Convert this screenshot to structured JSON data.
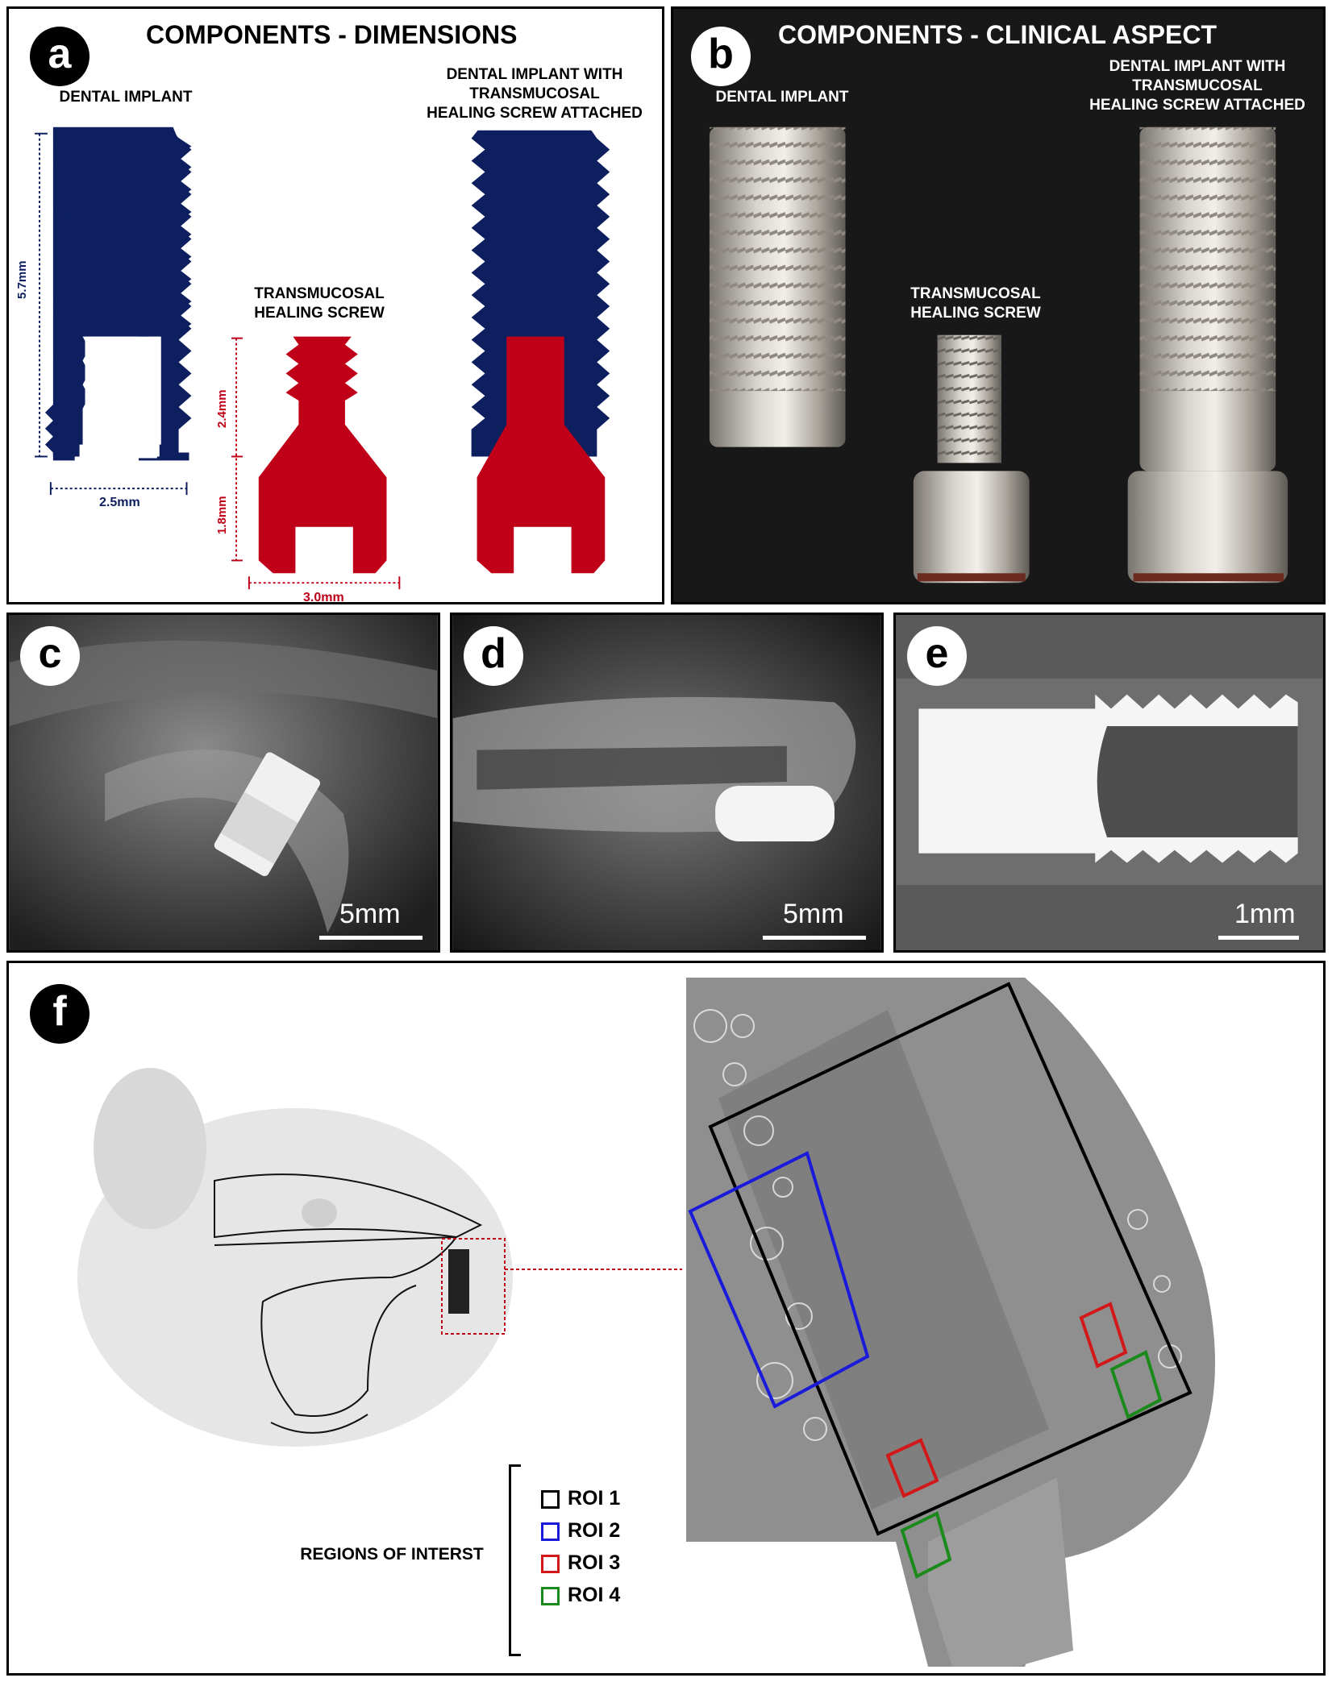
{
  "panels": {
    "a": {
      "letter": "a",
      "title": "COMPONENTS - DIMENSIONS",
      "labels": {
        "dental_implant": "DENTAL IMPLANT",
        "healing_screw_l1": "TRANSMUCOSAL",
        "healing_screw_l2": "HEALING SCREW",
        "combined_l1": "DENTAL IMPLANT WITH",
        "combined_l2": "TRANSMUCOSAL",
        "combined_l3": "HEALING SCREW ATTACHED"
      },
      "dimensions": {
        "implant_height": "5.7mm",
        "implant_width": "2.5mm",
        "screw_upper": "2.4mm",
        "screw_lower": "1.8mm",
        "screw_width": "3.0mm"
      },
      "colors": {
        "implant": "#0d1f5e",
        "screw": "#c00018"
      }
    },
    "b": {
      "letter": "b",
      "title": "COMPONENTS - CLINICAL ASPECT",
      "labels": {
        "dental_implant": "DENTAL IMPLANT",
        "healing_screw_l1": "TRANSMUCOSAL",
        "healing_screw_l2": "HEALING SCREW",
        "combined_l1": "DENTAL IMPLANT WITH",
        "combined_l2": "TRANSMUCOSAL",
        "combined_l3": "HEALING SCREW ATTACHED"
      }
    },
    "c": {
      "letter": "c",
      "scale": "5mm"
    },
    "d": {
      "letter": "d",
      "scale": "5mm"
    },
    "e": {
      "letter": "e",
      "scale": "1mm"
    },
    "f": {
      "letter": "f",
      "legend_title": "REGIONS OF INTERST",
      "rois": [
        {
          "label": "ROI 1",
          "color": "#000000"
        },
        {
          "label": "ROI 2",
          "color": "#1a1adb"
        },
        {
          "label": "ROI 3",
          "color": "#d21818"
        },
        {
          "label": "ROI 4",
          "color": "#1a8a1a"
        }
      ]
    }
  }
}
